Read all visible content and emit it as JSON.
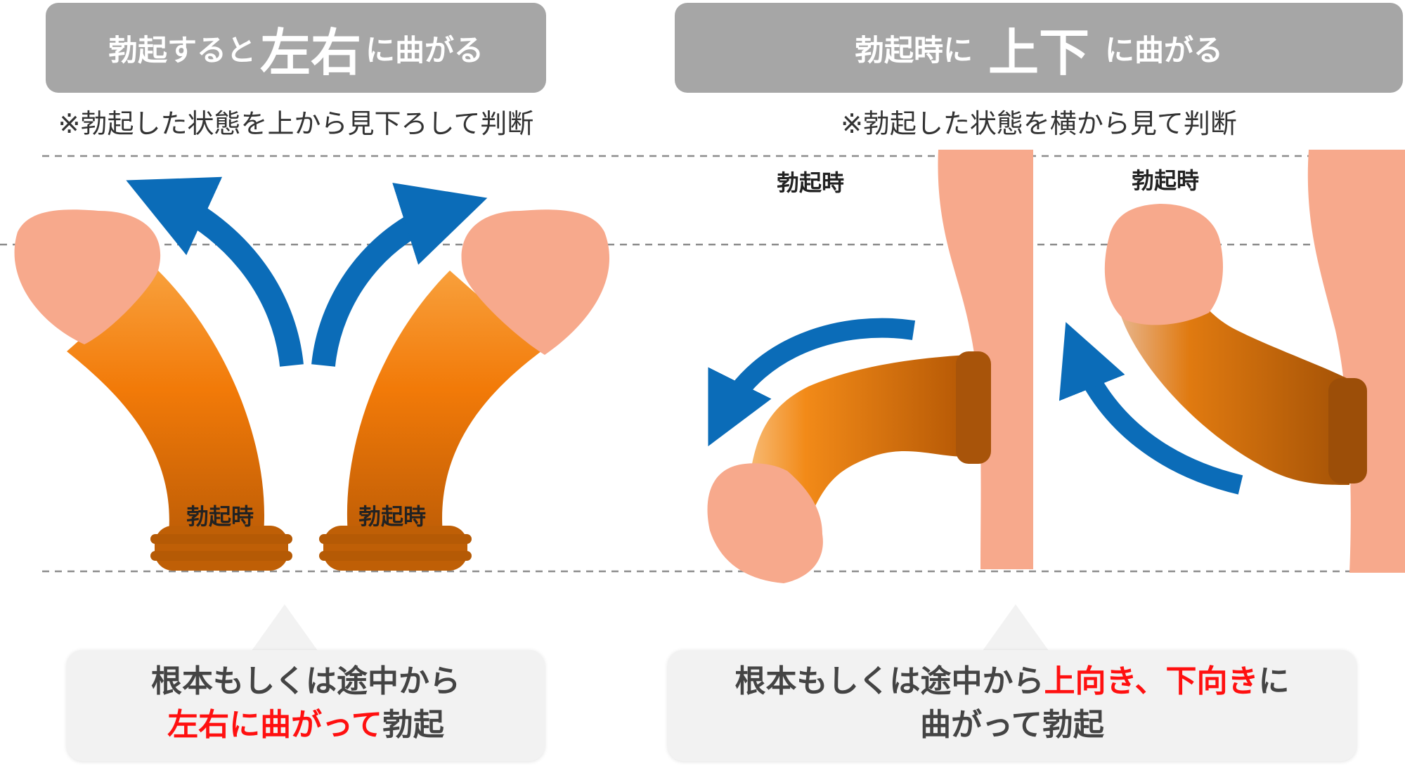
{
  "left_panel": {
    "title_prefix": "勃起すると",
    "title_emphasis": "左右",
    "title_suffix": "に曲がる",
    "note": "※勃起した状態を上から見下ろして判断",
    "shaft_label_1": "勃起時",
    "shaft_label_2": "勃起時",
    "callout_line1": "根本もしくは途中から",
    "callout_line2_red": "左右に曲がって",
    "callout_line2_rest": "勃起"
  },
  "right_panel": {
    "title_prefix": "勃起時に",
    "title_emphasis": "上下",
    "title_suffix": "に曲がる",
    "note": "※勃起した状態を横から見て判断",
    "figure1_label": "勃起時",
    "figure2_label": "勃起時",
    "callout_line1_prefix": "根本もしくは途中から",
    "callout_red_1": "上向き",
    "callout_sep": "、",
    "callout_red_2": "下向き",
    "callout_line1_suffix": "に",
    "callout_line2": "曲がって勃起"
  },
  "colors": {
    "pill": "#a6a6a6",
    "skin": "#f7a98c",
    "shaft_orange": "#f27a08",
    "shaft_dark": "#bf5f06",
    "arrow_blue": "#0b6cb8",
    "emphasis_red": "#ff1010",
    "dashed_line": "#8c8c8c"
  }
}
